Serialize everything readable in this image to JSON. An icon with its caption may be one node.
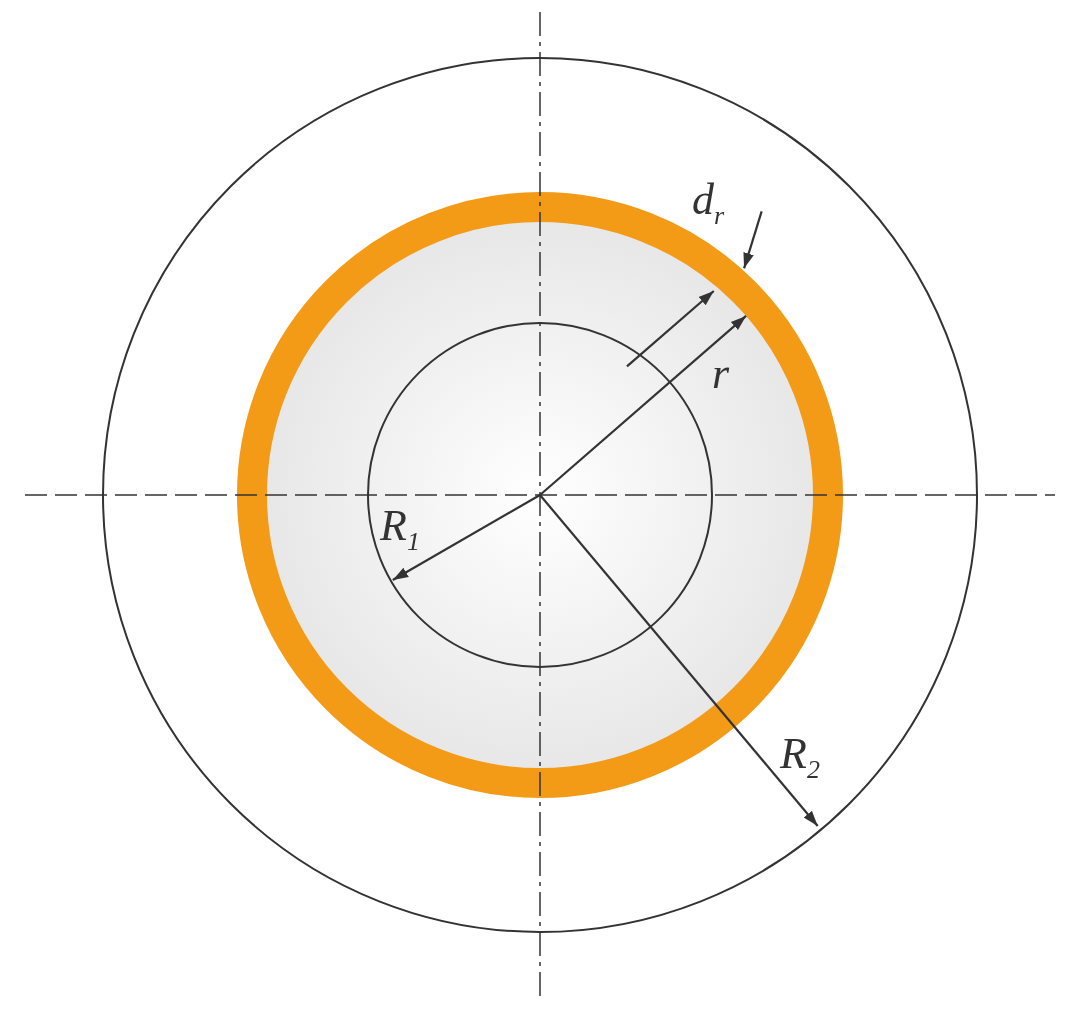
{
  "diagram": {
    "labels": [
      "d$_{r}$",
      "r",
      "R$_{1}$",
      "R$_{2}$"
    ]
  }
}
